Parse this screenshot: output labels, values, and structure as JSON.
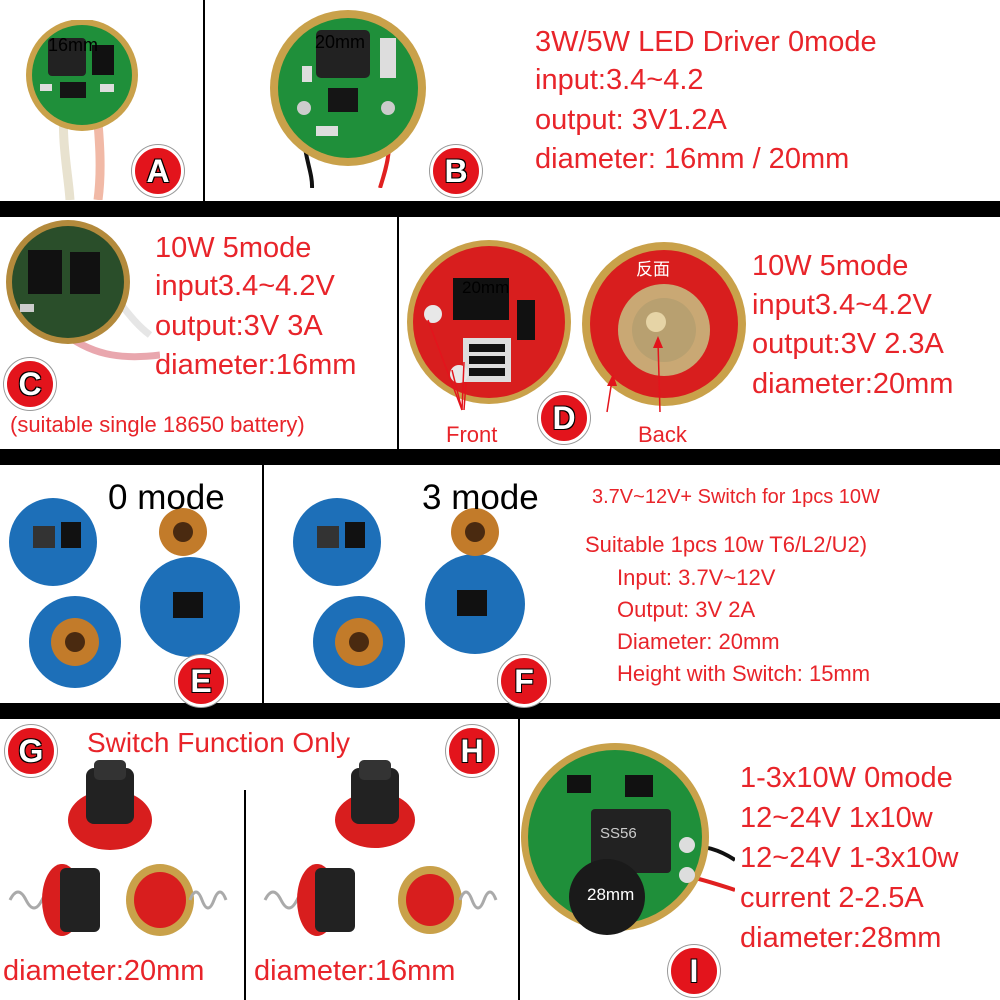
{
  "colors": {
    "red": "#e8242a",
    "pcb_green": "#1f8f3a",
    "pcb_blue": "#1d6fb8",
    "pcb_red": "#d81e1e",
    "gold": "#c9a14a",
    "black": "#000000"
  },
  "labels": {
    "a": "A",
    "b": "B",
    "c": "C",
    "d": "D",
    "e": "E",
    "f": "F",
    "g": "G",
    "h": "H",
    "i": "I"
  },
  "photo_marks": {
    "a_size": "16mm",
    "b_size": "20mm",
    "d_size": "20mm",
    "d_back_cn": "反面",
    "i_size": "28mm",
    "i_chip": "SS56"
  },
  "section_ab": {
    "title": "3W/5W LED Driver 0mode",
    "lines": [
      "input:3.4~4.2",
      "output: 3V1.2A",
      "diameter: 16mm / 20mm"
    ]
  },
  "section_c": {
    "lines": [
      "10W 5mode",
      "input3.4~4.2V",
      "output:3V 3A",
      "diameter:16mm"
    ],
    "note": "(suitable single 18650 battery)"
  },
  "section_d": {
    "lines": [
      "10W 5mode",
      "input3.4~4.2V",
      "output:3V 2.3A",
      "diameter:20mm"
    ],
    "front": "Front",
    "back": "Back"
  },
  "section_e": {
    "title": "0 mode"
  },
  "section_f": {
    "title": "3 mode",
    "line1": "3.7V~12V+ Switch for 1pcs 10W",
    "line2": "Suitable 1pcs 10w T6/L2/U2)",
    "specs": [
      "Input: 3.7V~12V",
      "Output: 3V 2A",
      "Diameter: 20mm",
      "Height with Switch: 15mm"
    ]
  },
  "section_gh": {
    "title": "Switch Function Only",
    "g_diameter": "diameter:20mm",
    "h_diameter": "diameter:16mm"
  },
  "section_i": {
    "lines": [
      "1-3x10W 0mode",
      "12~24V 1x10w",
      "12~24V 1-3x10w",
      "current 2-2.5A",
      "diameter:28mm"
    ]
  }
}
